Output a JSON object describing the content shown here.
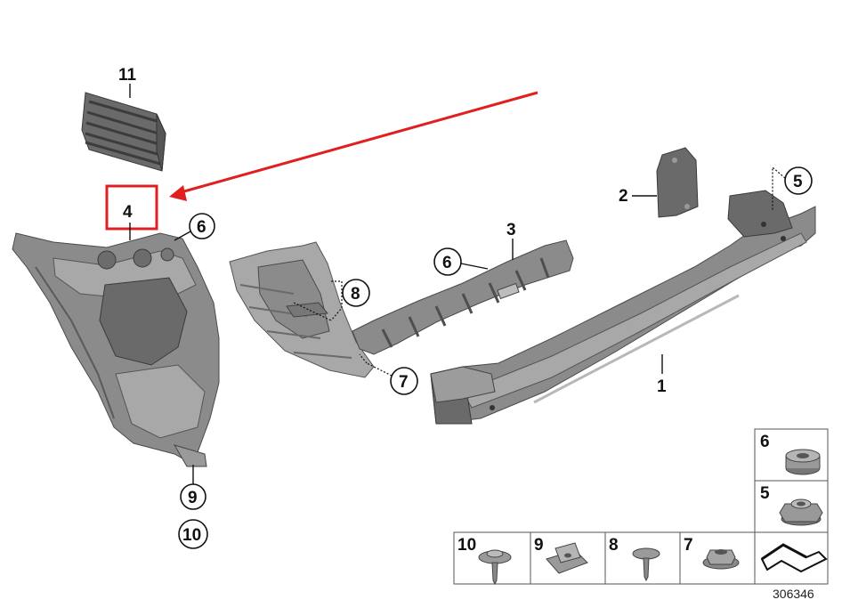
{
  "callouts": {
    "c1": "1",
    "c2": "2",
    "c3": "3",
    "c4": "4",
    "c5": "5",
    "c6a": "6",
    "c6b": "6",
    "c7": "7",
    "c8": "8",
    "c9": "9",
    "c10": "10",
    "c11": "11"
  },
  "legend": {
    "n6": "6",
    "n5": "5",
    "n10": "10",
    "n9": "9",
    "n8": "8",
    "n7": "7"
  },
  "reference_number": "306346",
  "colors": {
    "highlight": "#e02020",
    "part_gray": "#8b8b8b",
    "line": "#111111"
  }
}
